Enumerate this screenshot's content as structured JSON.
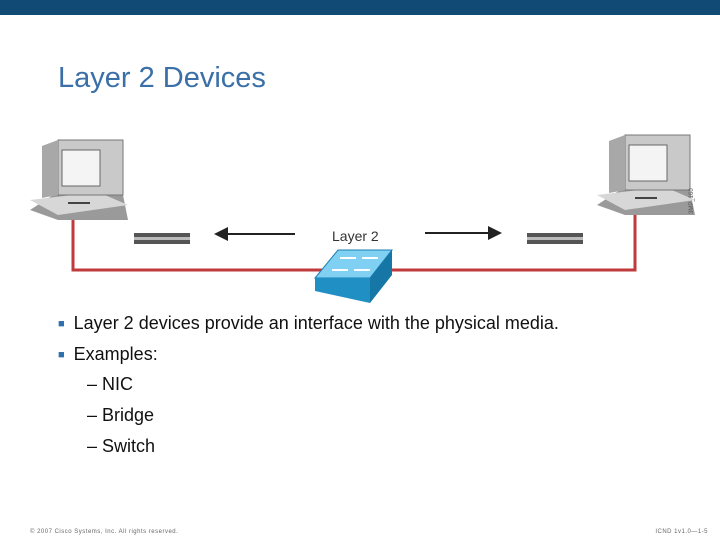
{
  "slide": {
    "title": "Layer 2 Devices",
    "diagram_label": "Layer 2",
    "figure_code": "3MP_160",
    "bullets": [
      "Layer 2 devices provide an interface with the physical media.",
      "Examples:"
    ],
    "sub_bullets": [
      "– NIC",
      "– Bridge",
      "– Switch"
    ],
    "footer_left": "© 2007 Cisco Systems, Inc. All rights reserved.",
    "footer_right": "ICND 1v1.0—1-5"
  },
  "colors": {
    "topbar": "#104a75",
    "title": "#3a6fa8",
    "link": "#c0393b",
    "bullet_marker": "#2f6fad",
    "switch": "#2aa2d8"
  }
}
